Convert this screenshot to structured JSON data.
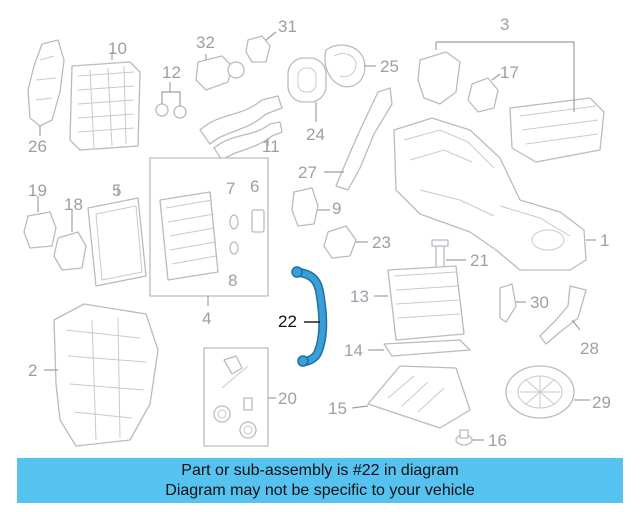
{
  "diagram": {
    "highlight_part": "22",
    "callouts": [
      "1",
      "2",
      "3",
      "5",
      "6",
      "7",
      "8",
      "9",
      "10",
      "11",
      "12",
      "13",
      "14",
      "15",
      "16",
      "17",
      "18",
      "19",
      "20",
      "21",
      "22",
      "23",
      "24",
      "25",
      "26",
      "27",
      "28",
      "29",
      "30",
      "31",
      "32"
    ],
    "colors": {
      "highlight": "#3a9fd8",
      "banner": "#55c2f0",
      "line": "#b7bcc2"
    }
  },
  "banner": {
    "line1": "Part or sub-assembly is #22 in diagram",
    "line2": "Diagram may not be specific to your vehicle"
  },
  "labels": {
    "n1": "1",
    "n2": "2",
    "n3": "3",
    "n4": "4",
    "n5": "5",
    "n6": "6",
    "n7": "7",
    "n8": "8",
    "n9": "9",
    "n10": "10",
    "n11": "11",
    "n12": "12",
    "n13": "13",
    "n14": "14",
    "n15": "15",
    "n16": "16",
    "n17": "17",
    "n18": "18",
    "n19": "19",
    "n20": "20",
    "n21": "21",
    "n22": "22",
    "n23": "23",
    "n24": "24",
    "n25": "25",
    "n26": "26",
    "n27": "27",
    "n28": "28",
    "n29": "29",
    "n30": "30",
    "n31": "31",
    "n32": "32"
  }
}
